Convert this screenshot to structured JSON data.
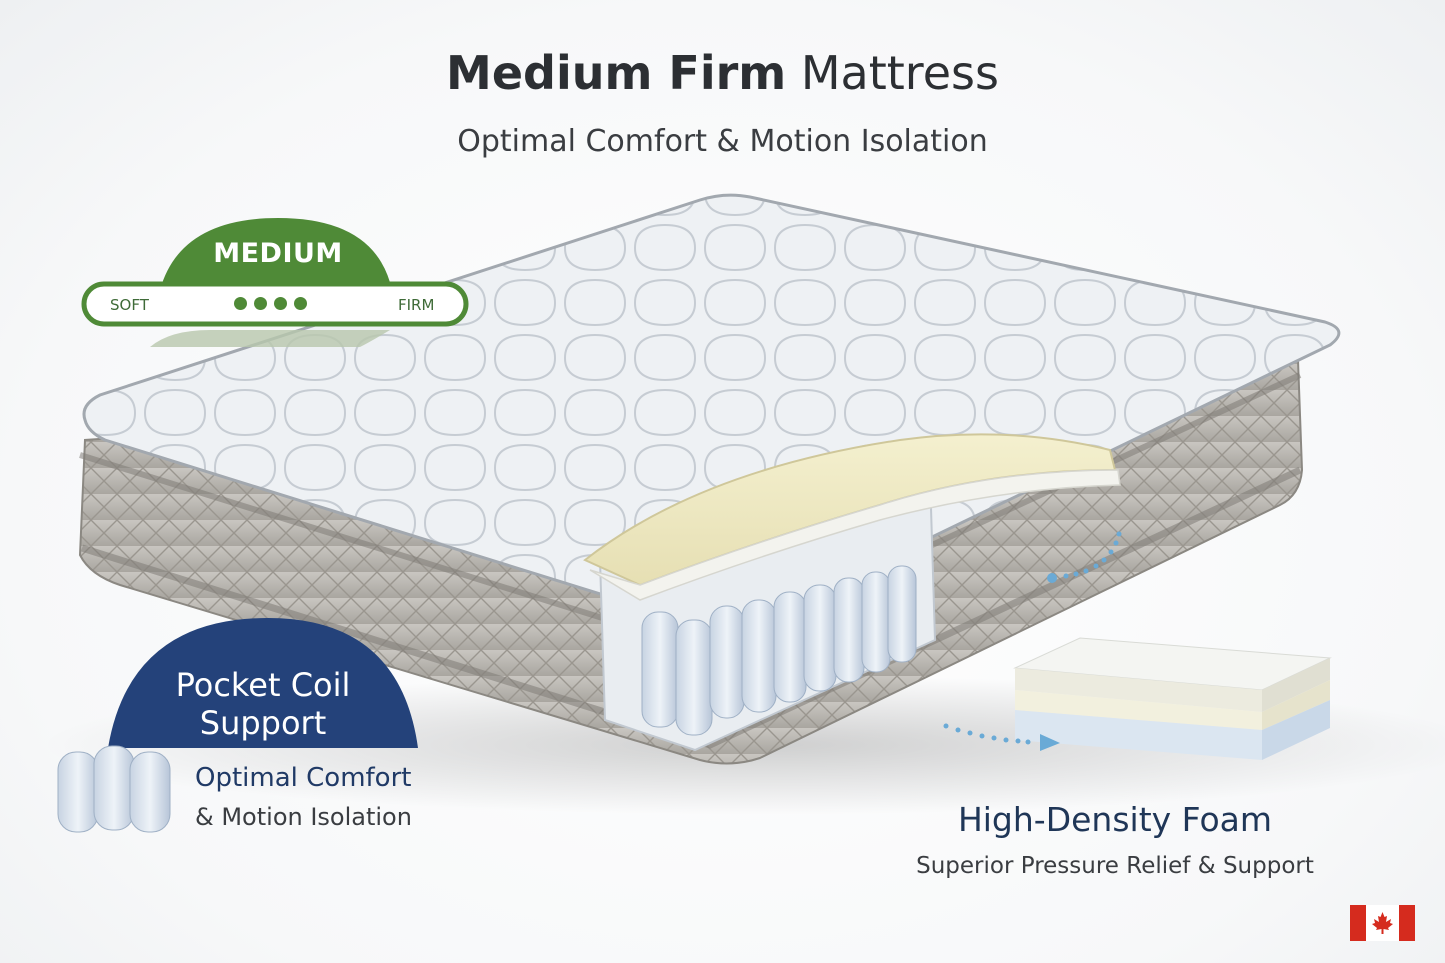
{
  "header": {
    "title_bold": "Medium Firm",
    "title_rest": " Mattress",
    "subtitle": "Optimal Comfort & Motion Isolation"
  },
  "firmness_badge": {
    "label": "MEDIUM",
    "scale_low": "SOFT",
    "scale_high": "FIRM",
    "dots": 4,
    "color": "#4f8a37"
  },
  "pocket_coil": {
    "title": "Pocket Coil Support",
    "desc_line1": "Optimal Comfort",
    "desc_line2": "& Motion Isolation",
    "color": "#24427a"
  },
  "foam": {
    "title": "High-Density Foam",
    "desc": "Superior Pressure Relief & Support"
  },
  "icons": {
    "flag": "canada-flag-icon",
    "coil": "pocket-coil-icon",
    "foam": "foam-layers-icon"
  }
}
